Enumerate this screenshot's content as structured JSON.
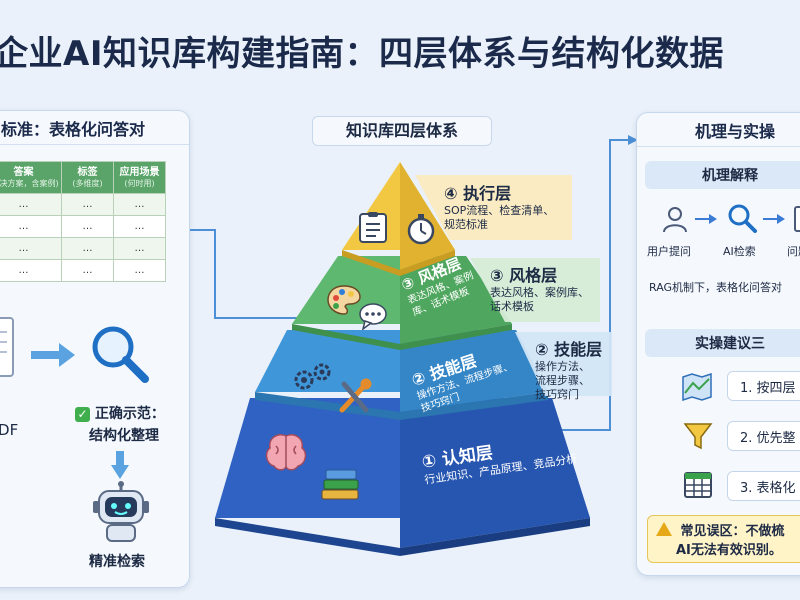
{
  "title": "企业AI知识库构建指南：四层体系与结构化数据",
  "left_panel": {
    "header": "标准：表格化问答对",
    "table": {
      "headers": [
        {
          "main": "答案",
          "sub": "(解决方案，含案例)"
        },
        {
          "main": "标签",
          "sub": "(多维度)"
        },
        {
          "main": "应用场景",
          "sub": "(何时用)"
        }
      ],
      "rows": [
        [
          "…",
          "…",
          "…"
        ],
        [
          "…",
          "…",
          "…"
        ],
        [
          "…",
          "…",
          "…"
        ],
        [
          "…",
          "…",
          "…"
        ]
      ]
    },
    "pdf_label": "PDF",
    "correct_label": "正确示范：",
    "correct_desc": "结构化整理",
    "robot_label": "精准检索"
  },
  "pyramid": {
    "title": "知识库四层体系",
    "layers": [
      {
        "id": "exec",
        "label": "④ 执行层",
        "desc": [
          "SOP流程、检查清单、",
          "规范标准"
        ],
        "color": "#f2c843"
      },
      {
        "id": "style",
        "label": "③ 风格层",
        "desc": [
          "表达风格、案例库、",
          "话术模板"
        ],
        "inner": "③ 风格层",
        "inner_desc": [
          "表达风格、案例",
          "库、话术模板"
        ],
        "color": "#5fb86f"
      },
      {
        "id": "skill",
        "label": "② 技能层",
        "desc": [
          "操作方法、",
          "流程步骤、",
          "技巧窍门"
        ],
        "inner": "② 技能层",
        "inner_desc": [
          "操作方法、流程步骤、",
          "技巧窍门"
        ],
        "color": "#3f97d9"
      },
      {
        "id": "cog",
        "label": "① 认知层",
        "desc": [],
        "inner": "① 认知层",
        "inner_desc": [
          "行业知识、产品原理、竞品分析"
        ],
        "color": "#2f62c3"
      }
    ]
  },
  "right_panel": {
    "header": "机理与实操",
    "mech_title": "机理解释",
    "flow": [
      "用户提问",
      "AI检索",
      "问题"
    ],
    "rag_note": "RAG机制下，表格化问答对",
    "tips_title": "实操建议三",
    "steps": [
      "1. 按四层",
      "2. 优先整",
      "3. 表格化"
    ],
    "warning": [
      "常见误区：不做梳",
      "AI无法有效识别。"
    ]
  }
}
